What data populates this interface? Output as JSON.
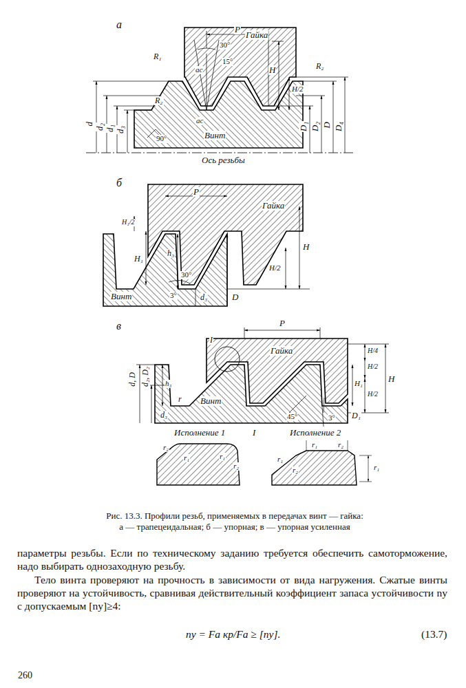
{
  "diagram": {
    "caption": "Рис. 13.3. Профили резьб, применяемых в передачах винт — гайка: а — трапецеидальная; б — упорная; в — упорная усиленная",
    "labels": [
      "а",
      "P",
      "Гайка",
      "30°",
      "15°",
      "H",
      "H/2",
      "R₁",
      "R₂",
      "R₂",
      "ac",
      "ac",
      "d",
      "d₂",
      "d₁",
      "d₃",
      "90°",
      "Винт",
      "Ось резьбы",
      "D₁",
      "D₂",
      "D",
      "D₄",
      "б",
      "P",
      "Гайка",
      "H₁/2",
      "H₁",
      "h₃",
      "H/2",
      "H",
      "30°",
      "3°",
      "Винт",
      "d₃",
      "D",
      "в",
      "I",
      "P",
      "Гайка",
      "Винт",
      "H/4",
      "H/2",
      "H₁",
      "H/2",
      "H",
      "d, D",
      "d₂, D₂",
      "h₃",
      "d₃",
      "D₁",
      "45°",
      "3°",
      "r",
      "Исполнение 1",
      "I",
      "Исполнение 2",
      "r₂",
      "r₁",
      "r₁",
      "r₂",
      "r₁",
      "r₂",
      "r₁",
      "r₂",
      "r₁",
      "параметры резьбы. Если по техническому заданию требуется обеспечить самоторможение, надо выбирать однозаходную резьбу.",
      "Тело винта проверяют на прочность в зависимости от вида нагружения. Сжатые винты проверяют на устойчивость, сравнивая действительный коэффициент запаса устойчивости nу с допускаемым [nу]≥4:",
      "nу = Fа кр/Fа ≥ [nу].",
      "(13.7)",
      "260"
    ]
  }
}
